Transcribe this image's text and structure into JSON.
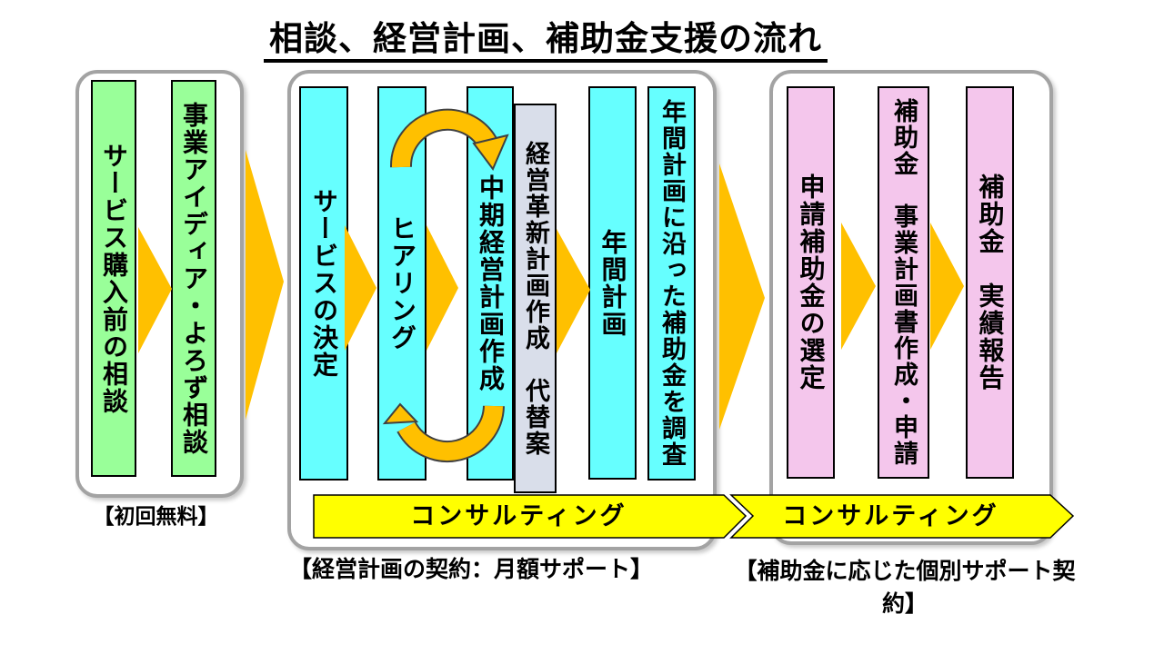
{
  "title": "相談、経営計画、補助金支援の流れ",
  "colors": {
    "green_bar": "#99FF99",
    "cyan_bar": "#66FFFF",
    "lavender_bar": "#D9DEEA",
    "pink_bar": "#F4C6EC",
    "arrow_orange": "#FFC000",
    "banner_yellow": "#FFFF00",
    "box_border_gray": "#A3A3A3"
  },
  "icons": {
    "flow_arrow": "right-pointing orange triangle",
    "loop_arrow": "orange curved arrow between hearing and plan creation",
    "banner_shape": "yellow chevron ribbon arrow"
  },
  "groups": [
    {
      "caption": "【初回無料】",
      "bars": [
        {
          "label": "サービス購入前の相談",
          "color": "green"
        },
        {
          "label": "事業アイディア・よろず相談",
          "color": "green"
        }
      ]
    },
    {
      "caption": "【経営計画の契約：月額サポート】",
      "banner": "コンサルティング",
      "bars": [
        {
          "label": "サービスの決定",
          "color": "cyan"
        },
        {
          "label": "ヒアリング",
          "color": "cyan"
        },
        {
          "label": "中期経営計画作成",
          "color": "cyan"
        },
        {
          "label": "経営革新計画作成　代替案",
          "color": "lavender"
        },
        {
          "label": "年間計画",
          "color": "cyan"
        },
        {
          "label": "年間計画に沿った補助金を調査",
          "color": "cyan"
        }
      ]
    },
    {
      "caption": "【補助金に応じた個別サポート契約】",
      "banner": "コンサルティング",
      "bars": [
        {
          "label": "申請補助金の選定",
          "color": "pink"
        },
        {
          "label": "補助金　事業計画書作成・申請",
          "color": "pink"
        },
        {
          "label": "補助金　実績報告",
          "color": "pink"
        }
      ]
    }
  ]
}
